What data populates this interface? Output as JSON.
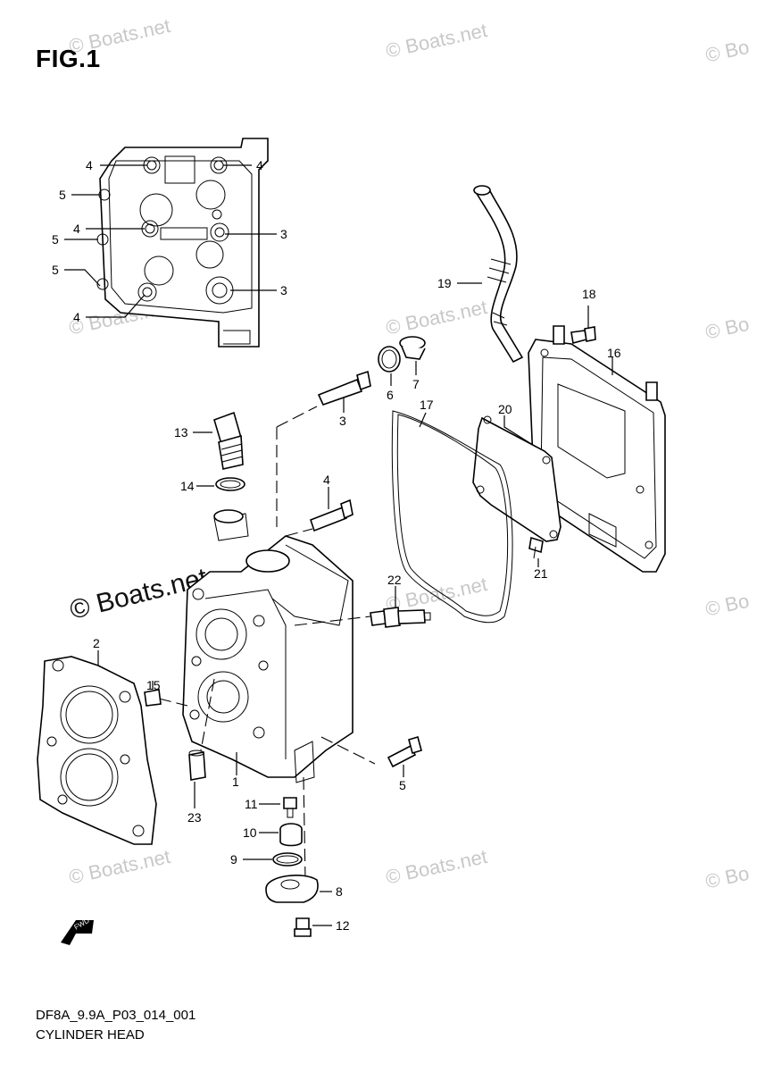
{
  "figure": {
    "title": "FIG.1",
    "code": "DF8A_9.9A_P03_014_001",
    "name": "CYLINDER HEAD",
    "fwd_label": "FWD"
  },
  "watermarks": {
    "small": "© Boats.net",
    "small_cut": "© Bo",
    "large": "© Boats.net"
  },
  "callouts": {
    "c1": "1",
    "c2": "2",
    "c3a": "3",
    "c3b": "3",
    "c3c": "3",
    "c4a": "4",
    "c4b": "4",
    "c4c": "4",
    "c4d": "4",
    "c4e": "4",
    "c5a": "5",
    "c5b": "5",
    "c5c": "5",
    "c5d": "5",
    "c6": "6",
    "c7": "7",
    "c8": "8",
    "c9": "9",
    "c10": "10",
    "c11": "11",
    "c12": "12",
    "c13": "13",
    "c14": "14",
    "c15": "15",
    "c16": "16",
    "c17": "17",
    "c18": "18",
    "c19": "19",
    "c20": "20",
    "c21": "21",
    "c22": "22",
    "c23": "23"
  },
  "colors": {
    "line": "#000000",
    "watermark": "#c8c8c8",
    "background": "#ffffff"
  }
}
